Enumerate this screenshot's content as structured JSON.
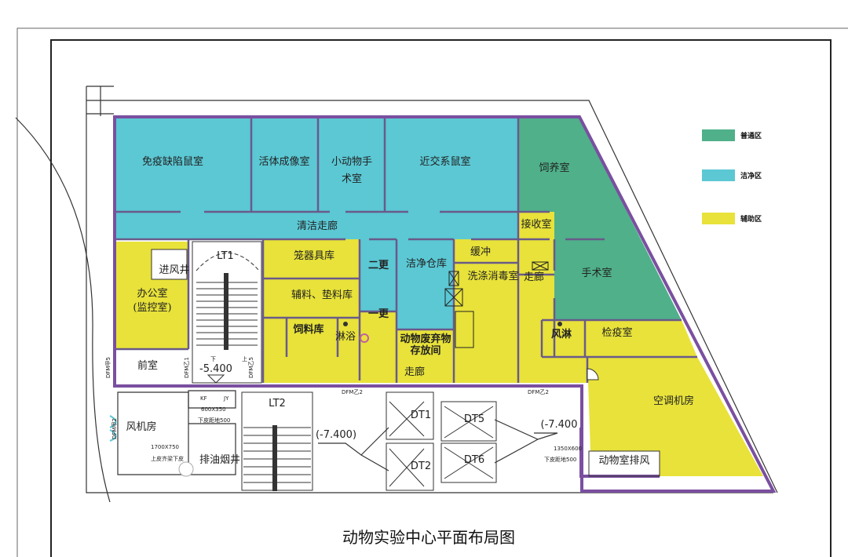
{
  "title": "动物实验中心平面布局图",
  "legend": [
    {
      "label": "普通区",
      "color": "#4fb08a"
    },
    {
      "label": "洁净区",
      "color": "#5bc8d4"
    },
    {
      "label": "辅助区",
      "color": "#e8e23a"
    }
  ],
  "colors": {
    "boundary": "#7a4fa0",
    "wall": "#6a5a8a"
  },
  "rooms": {
    "immunodeficient_mouse": "免疫缺陷鼠室",
    "in_vivo_imaging": "活体成像室",
    "small_animal_surgery_1": "小动物手",
    "small_animal_surgery_2": "术室",
    "cross_breeding_mouse": "近交系鼠室",
    "breeding": "饲养室",
    "clean_corridor": "清洁走廊",
    "receiving": "接收室",
    "surgery": "手术室",
    "cage_storage": "笼器具库",
    "bedding_storage": "辅料、垫料库",
    "feed_storage": "饲料库",
    "shower": "淋浴",
    "second_change": "二更",
    "first_change": "一更",
    "clean_warehouse": "洁净仓库",
    "buffer": "缓冲",
    "washing_disinfection": "洗涤消毒室",
    "corridor_small": "走廊",
    "waste_1": "动物废弃物",
    "waste_2": "存放间",
    "air_shower": "风淋",
    "quarantine": "检疫室",
    "corridor": "走廊",
    "air_intake_shaft": "进风井",
    "office_1": "办公室",
    "office_2": "(监控室)",
    "anteroom": "前室",
    "ac_room": "空调机房",
    "fan_room": "风机房",
    "exhaust_shaft": "排油烟井",
    "animal_exhaust": "动物室排风"
  },
  "annotations": {
    "lt1": "LT1",
    "lt2": "LT2",
    "dt1": "DT1",
    "dt2": "DT2",
    "dt5": "DT5",
    "dt6": "DT6",
    "level_1": "-5.400",
    "level_2": "(-7.400)",
    "level_3": "(-7.400",
    "down": "下",
    "up": "上",
    "dfm_1": "DFM甲5",
    "dfm_2": "DFM乙1",
    "dfm_3": "DFM乙5",
    "dfm_4": "DFM乙2",
    "dfm_5": "DFM乙2",
    "dfm_6": "DFM甲2",
    "kf": "KF",
    "jy": "JY",
    "size_1": "600X350",
    "note_1": "下皮距地500",
    "size_2": "1700X750",
    "note_2": "上皮齐梁下皮",
    "size_3": "1350X600",
    "note_3": "下皮距地500"
  }
}
